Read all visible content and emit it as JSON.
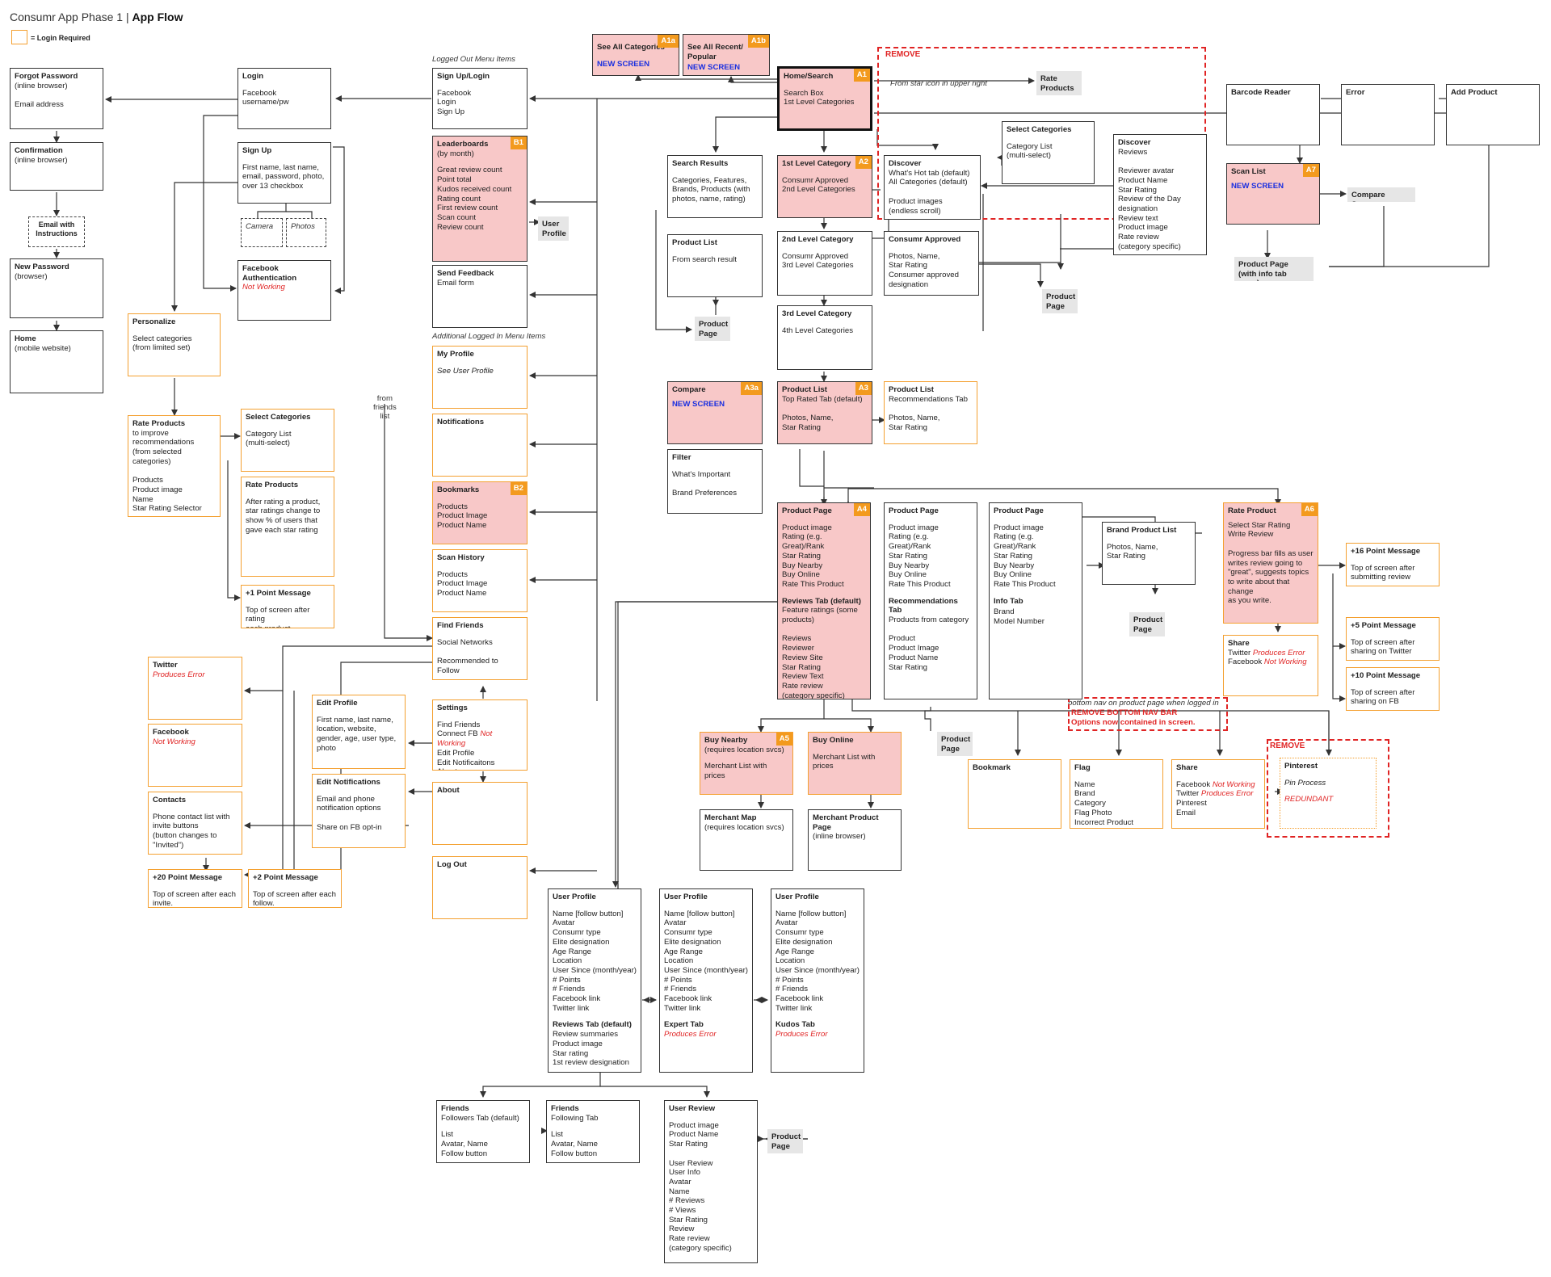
{
  "title": {
    "prefix": "Consumr App Phase 1 | ",
    "bold": "App Flow"
  },
  "legend": {
    "text": "= Login Required",
    "swatch_color": "#f4a030"
  },
  "colors": {
    "accent_orange": "#f39a1e",
    "screen_pink": "#f8c8c8",
    "remove_red": "#e02424",
    "new_screen_blue": "#1a2fe0"
  },
  "labels": {
    "logged_out": "Logged Out Menu Items",
    "logged_in": "Additional Logged In Menu Items",
    "from_star": "From star icon in upper right",
    "from_friends": "from\nfriends\nlist",
    "bottom_nav_note": "bottom nav on product page when logged in",
    "remove_nav_1": "REMOVE BOTTOM NAV BAR",
    "remove_nav_2": "Options now contained in screen.",
    "remove_top": "REMOVE",
    "remove_pinterest": "REMOVE"
  },
  "boxes": {
    "forgot_pw": {
      "title": "Forgot Password",
      "body": "(inline browser)\n\nEmail address"
    },
    "confirmation": {
      "title": "Confirmation",
      "body": "(inline browser)"
    },
    "email_instr": {
      "title": "Email with\nInstructions"
    },
    "new_password": {
      "title": "New Password",
      "body": "(browser)"
    },
    "home_mobile": {
      "title": "Home",
      "body": "(mobile website)"
    },
    "login": {
      "title": "Login",
      "body": "Facebook\nusername/pw"
    },
    "signup": {
      "title": "Sign Up",
      "body": "First name, last name,\nemail, password, photo,\nover 13 checkbox"
    },
    "camera": {
      "title": "Camera"
    },
    "photos": {
      "title": "Photos"
    },
    "fb_auth": {
      "title": "Facebook\nAuthentication",
      "red": "Not Working"
    },
    "personalize": {
      "title": "Personalize",
      "body": "Select categories\n(from limited set)"
    },
    "rate_products_l": {
      "title": "Rate Products",
      "body": "to improve\nrecommendations\n(from selected\ncategories)\n\nProducts\n   Product image\n   Name\n   Star Rating Selector"
    },
    "select_cat_l": {
      "title": "Select Categories",
      "body": "Category List\n(multi-select)"
    },
    "rate_products_l2": {
      "title": "Rate Products",
      "body": "After rating a product,\nstar ratings change to\nshow % of users that\ngave each star rating"
    },
    "plus1": {
      "title": "+1 Point Message",
      "body": "Top of screen after rating\neach product."
    },
    "twitter": {
      "title": "Twitter",
      "red": "Produces Error"
    },
    "facebook": {
      "title": "Facebook",
      "red": "Not Working"
    },
    "contacts": {
      "title": "Contacts",
      "body": "Phone contact list with\ninvite buttons\n(button changes to\n\"Invited\")"
    },
    "plus20": {
      "title": "+20 Point Message",
      "body": "Top of screen after each\ninvite."
    },
    "plus2": {
      "title": "+2 Point Message",
      "body": "Top of screen after each\nfollow."
    },
    "edit_profile": {
      "title": "Edit Profile",
      "body": "First name, last name,\nlocation, website,\ngender, age, user type,\nphoto"
    },
    "edit_notif": {
      "title": "Edit Notifications",
      "body": "Email and phone\nnotification options\n\nShare on FB opt-in"
    },
    "signup_login": {
      "title": "Sign Up/Login",
      "body": "Facebook\nLogin\nSign Up"
    },
    "leaderboards": {
      "title": "Leaderboards",
      "sub": "(by month)",
      "body": "Great review count\nPoint total\nKudos received count\nRating count\nFirst review count\nScan count\nReview count",
      "badge": "B1"
    },
    "user_profile_s": {
      "title": "User\nProfile"
    },
    "send_feedback": {
      "title": "Send Feedback",
      "sub": "Email form"
    },
    "my_profile": {
      "title": "My Profile",
      "italic": "See User Profile"
    },
    "notifications": {
      "title": "Notifications"
    },
    "bookmarks": {
      "title": "Bookmarks",
      "body": "Products\n   Product Image\n   Product Name",
      "badge": "B2"
    },
    "scan_history": {
      "title": "Scan History",
      "body": "Products\n   Product Image\n   Product Name"
    },
    "find_friends": {
      "title": "Find Friends",
      "body": "Social Networks\n\nRecommended to Follow"
    },
    "settings": {
      "title": "Settings",
      "line1": "Find Friends",
      "line2a": "Connect FB ",
      "line2b": "Not Working",
      "rest": "Edit Profile\nEdit Notificaitons\nAbout"
    },
    "about": {
      "title": "About"
    },
    "logout": {
      "title": "Log Out"
    },
    "see_all_cat": {
      "title": "See All Categories",
      "new": "NEW SCREEN",
      "badge": "A1a"
    },
    "see_all_recent": {
      "title": "See All Recent/\nPopular",
      "new": "NEW SCREEN",
      "badge": "A1b"
    },
    "home_search": {
      "title": "Home/Search",
      "body": "Search Box\n1st Level Categories",
      "badge": "A1"
    },
    "rate_products_g": {
      "title": "Rate\nProducts"
    },
    "search_results": {
      "title": "Search Results",
      "body": "Categories, Features,\nBrands, Products (with\nphotos, name, rating)"
    },
    "product_list_s": {
      "title": "Product List",
      "body": "From search result"
    },
    "pp_gray1": {
      "title": "Product\nPage"
    },
    "first_level": {
      "title": "1st Level Category",
      "body": "Consumr Approved\n2nd Level Categories",
      "badge": "A2"
    },
    "discover_tab": {
      "title": "Discover",
      "body2": "What's Hot tab (default)\nAll Categories (default)\n\nProduct images\n(endless scroll)"
    },
    "select_cat_r": {
      "title": "Select Categories",
      "body": "Category List\n(multi-select)"
    },
    "discover_r": {
      "title": "Discover",
      "body2": "Reviews\n\nReviewer avatar\nProduct Name\nStar Rating\nReview of the Day\ndesignation\nReview text\nProduct image\nRate review\n      (category specific)"
    },
    "second_level": {
      "title": "2nd Level Category",
      "body": "Consumr Approved\n3rd Level Categories"
    },
    "consumr_approved": {
      "title": "Consumr Approved",
      "body": "Photos, Name,\nStar Rating\nConsumer approved\ndesignation"
    },
    "pp_gray2": {
      "title": "Product\nPage"
    },
    "third_level": {
      "title": "3rd Level Category",
      "body": "4th Level Categories"
    },
    "compare": {
      "title": "Compare",
      "new": "NEW SCREEN",
      "badge": "A3a"
    },
    "product_list_a3": {
      "title": "Product List",
      "body2": "Top Rated Tab (default)\n\nPhotos, Name,\nStar Rating",
      "badge": "A3"
    },
    "product_list_rec": {
      "title": "Product List",
      "body2": "Recommendations Tab\n\nPhotos, Name,\nStar Rating"
    },
    "filter": {
      "title": "Filter",
      "body": "What's Important\n\nBrand Preferences"
    },
    "product_page_a4": {
      "title": "Product Page",
      "body": "Product image\nRating (e.g. Great)/Rank\nStar Rating\nBuy Nearby\nBuy Online\nRate This Product",
      "tab": "Reviews Tab (default)",
      "tabbody": "Feature ratings (some\nproducts)\n\nReviews\n  Reviewer\n  Review Site\n  Star Rating\n  Review Text\n  Rate review\n      (category specific)",
      "badge": "A4"
    },
    "product_page_rec": {
      "title": "Product Page",
      "body": "Product image\nRating (e.g. Great)/Rank\nStar Rating\nBuy Nearby\nBuy Online\nRate This Product",
      "tab": "Recommendations Tab",
      "tabbody2": "Products from category\n\nProduct\n  Product Image\n  Product Name\n  Star Rating"
    },
    "product_page_info": {
      "title": "Product Page",
      "body": "Product image\nRating (e.g. Great)/Rank\nStar Rating\nBuy Nearby\nBuy Online\nRate This Product",
      "tab": "Info Tab",
      "tabbody": "Brand\nModel Number"
    },
    "brand_product_list": {
      "title": "Brand Product List",
      "body": "Photos, Name,\nStar Rating"
    },
    "pp_gray3": {
      "title": "Product\nPage"
    },
    "pp_gray4": {
      "title": "Product\nPage"
    },
    "barcode": {
      "title": "Barcode Reader"
    },
    "error": {
      "title": "Error"
    },
    "add_product": {
      "title": "Add Product"
    },
    "scan_list": {
      "title": "Scan List",
      "new": "NEW SCREEN",
      "badge": "A7"
    },
    "compare_screen": {
      "title": "Compare Screen"
    },
    "pp_info_open": {
      "title": "Product Page\n(with info tab open)"
    },
    "rate_product_a6": {
      "title": "Rate Product",
      "body2": "Select Star Rating\nWrite Review\n\nProgress bar fills as user\nwrites review going to\n\"great\", suggests topics\nto write about that change\nas you write.",
      "badge": "A6"
    },
    "plus16": {
      "title": "+16 Point Message",
      "body": "Top of screen after\nsubmitting review"
    },
    "share_a6": {
      "title": "Share",
      "l1a": "Twitter ",
      "l1b": "Produces Error",
      "l2a": "Facebook ",
      "l2b": "Not Working"
    },
    "plus5": {
      "title": "+5 Point Message",
      "body": "Top of screen after\nsharing on Twitter"
    },
    "plus10": {
      "title": "+10 Point Message",
      "body": "Top of screen after\nsharing on FB"
    },
    "buy_nearby": {
      "title": "Buy Nearby",
      "sub": "(requires location svcs)",
      "body": "Merchant List with prices",
      "badge": "A5"
    },
    "buy_online": {
      "title": "Buy Online",
      "sub": "Merchant List with prices"
    },
    "pp_gray5": {
      "title": "Product\nPage"
    },
    "merchant_map": {
      "title": "Merchant Map",
      "sub": "(requires location svcs)"
    },
    "merchant_pp": {
      "title": "Merchant Product Page",
      "sub": "(inline browser)"
    },
    "bookmark": {
      "title": "Bookmark"
    },
    "flag": {
      "title": "Flag",
      "body": "Name\nBrand\nCategory\nFlag Photo\nIncorrect Product"
    },
    "share_bottom": {
      "title": "Share",
      "l1a": "Facebook ",
      "l1b": "Not Working",
      "l2a": "Twitter ",
      "l2b": "Produces Error",
      "rest": "Pinterest\nEmail"
    },
    "pinterest": {
      "title": "Pinterest",
      "italic": "Pin Process",
      "red": "REDUNDANT"
    },
    "up_reviews": {
      "title": "User Profile",
      "body": "Name [follow button]\nAvatar\nConsumr type\nElite designation\nAge Range\nLocation\nUser Since (month/year)\n# Points\n# Friends\nFacebook link\nTwitter link",
      "tab": "Reviews Tab (default)",
      "tabbody2": "Review summaries\n   Product image\n   Star rating\n   1st review designation"
    },
    "up_expert": {
      "title": "User Profile",
      "body": "Name [follow button]\nAvatar\nConsumr type\nElite designation\nAge Range\nLocation\nUser Since (month/year)\n# Points\n# Friends\nFacebook link\nTwitter link",
      "tab": "Expert Tab",
      "red": "Produces Error"
    },
    "up_kudos": {
      "title": "User Profile",
      "body": "Name [follow button]\nAvatar\nConsumr type\nElite designation\nAge Range\nLocation\nUser Since (month/year)\n# Points\n# Friends\nFacebook link\nTwitter link",
      "tab": "Kudos Tab",
      "red": "Produces Error"
    },
    "friends_followers": {
      "title": "Friends",
      "sub": "Followers Tab (default)",
      "body": "List\n   Avatar, Name\n   Follow button"
    },
    "friends_following": {
      "title": "Friends",
      "sub": "Following Tab",
      "body": "List\n   Avatar, Name\n   Follow button"
    },
    "user_review": {
      "title": "User Review",
      "body": "Product image\nProduct Name\nStar Rating\n\nUser Review\n   User Info\n      Avatar\n      Name\n      # Reviews\n      # Views\n      Star Rating\n   Review\n   Rate review\n      (category specific)"
    },
    "pp_gray6": {
      "title": "Product\nPage"
    }
  }
}
